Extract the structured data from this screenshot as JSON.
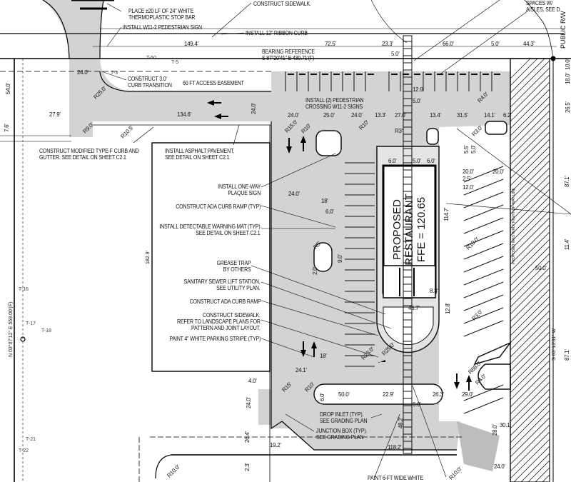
{
  "building": {
    "line1": "PROPOSED",
    "line2": "RESTAURANT",
    "line3": "FFE = 120.65"
  },
  "notes": [
    {
      "id": "stop-bar",
      "lines": [
        "PLACE ±20 LF OF 24\" WHITE",
        "THERMOPLASTIC STOP BAR"
      ]
    },
    {
      "id": "ped-sign",
      "lines": [
        "INSTALL W11-2 PEDESTRIAN SIGN"
      ]
    },
    {
      "id": "sidewalk-top",
      "lines": [
        "CONSTRUCT SIDEWALK."
      ]
    },
    {
      "id": "ribbon-curb",
      "lines": [
        "INSTALL 12\" RIBBON CURB"
      ]
    },
    {
      "id": "ada-spaces",
      "lines": [
        "SPACES W/",
        "AISLES, SEE D"
      ]
    },
    {
      "id": "curb-transition",
      "lines": [
        "CONSTRUCT 3.0'",
        "CURB TRANSITION"
      ]
    },
    {
      "id": "easement",
      "lines": [
        "60 FT ACCESS EASEMENT"
      ]
    },
    {
      "id": "bearing",
      "lines": [
        "BEARING REFERENCE",
        "S 87°20'41\" E 430.71'(F)"
      ]
    },
    {
      "id": "ped-crossing",
      "lines": [
        "INSTALL (2) PEDESTRIAN",
        "CROSSING W11-2 SIGNS"
      ]
    },
    {
      "id": "type-f-curb",
      "lines": [
        "CONSTRUCT MODIFIED TYPE-F CURB AND",
        "GUTTER. SEE DETAIL ON SHEET C2.1"
      ]
    },
    {
      "id": "asphalt",
      "lines": [
        "INSTALL ASPHALT PAVEMENT.",
        "SEE DETAIL ON SHEET C2.1"
      ]
    },
    {
      "id": "one-way",
      "lines": [
        "INSTALL ONE-WAY",
        "PLAQUE SIGN"
      ]
    },
    {
      "id": "ada-ramp-typ",
      "lines": [
        "CONSTRUCT ADA CURB RAMP (TYP)"
      ]
    },
    {
      "id": "warning-mat",
      "lines": [
        "INSTALL DETECTABLE WARNING MAT (TYP)",
        "SEE DETAIL ON SHEET C2.1"
      ]
    },
    {
      "id": "grease-trap",
      "lines": [
        "GREASE TRAP",
        "BY OTHERS"
      ]
    },
    {
      "id": "lift-station",
      "lines": [
        "SANITARY SEWER LIFT STATION.",
        "SEE UTILITY PLAN."
      ]
    },
    {
      "id": "ada-ramp",
      "lines": [
        "CONSTRUCT ADA CURB RAMP"
      ]
    },
    {
      "id": "sidewalk-landscape",
      "lines": [
        "CONSTRUCT SIDEWALK.",
        "REFER TO LANDSCAPE PLANS FOR",
        "PATTERN AND JOINT LAYOUT."
      ]
    },
    {
      "id": "parking-stripe",
      "lines": [
        "PAINT 4\" WHITE PARKING STRIPE (TYP)"
      ]
    },
    {
      "id": "drop-inlet",
      "lines": [
        "DROP INLET (TYP).",
        "SEE GRADING PLAN"
      ]
    },
    {
      "id": "junction-box",
      "lines": [
        "JUNCTION BOX (TYP).",
        "SEE GRADING PLAN"
      ]
    },
    {
      "id": "paint-crosswalk",
      "lines": [
        "PAINT 6-FT WIDE WHITE"
      ]
    }
  ],
  "vertical_labels": {
    "public_rw": "PUBLIC R/W",
    "row_line": "PROPOSED WESTERLY RIGHT-OF-WAY LINE",
    "west_bearing": "N 03°07'12\" E 559.00'(F)",
    "east_bearing": "S 03°13'31\" W",
    "west_length": "182.9'"
  },
  "grid_markers": [
    "T-16",
    "T-17",
    "T-18",
    "T-21",
    "T-22",
    "T-50",
    "T-5",
    "T-3"
  ],
  "dimensions": [
    "149.4'",
    "72.5'",
    "23.3'",
    "5.0'",
    "66.0'",
    "5.0'",
    "44.3'",
    "24.0'",
    "54.0'",
    "R25.0'",
    "27.9'",
    "134.6'",
    "24.0'",
    "R9.0'",
    "R10.5'",
    "7.6'",
    "12.0'",
    "5.0'",
    "24.0'",
    "25.0'",
    "24.0'",
    "13.3'",
    "27.0'",
    "13.4'",
    "31.5'",
    "14.1'",
    "6.2'",
    "R15.0'",
    "R10'",
    "R10'",
    "R3'",
    "R4.0'",
    "R3.0'",
    "10.0'",
    "18.0'",
    "26.5'",
    "6.0'",
    "5.0'",
    "6.0'",
    "20.0'",
    "20.0'",
    "2.5'",
    "12.0'",
    "24.0'",
    "18'",
    "6.0'",
    "114.7'",
    "R10.0'",
    "87.1'",
    "11.4'",
    "50.0'",
    "8.3'",
    "45.7'",
    "12.8'",
    "24.1'",
    "50.0'",
    "22.9'",
    "26.3'",
    "29.0'",
    "R88.0'",
    "6.0'",
    "48.2'",
    "118.2'",
    "R10.0'",
    "24.0'",
    "4.0'",
    "24.0'",
    "26.4'",
    "19.2'",
    "2.3'",
    "R10.0'",
    "R23.0'",
    "R25.0'",
    "87.1'",
    "5.5'",
    "5.0'",
    "R5'",
    "2.0'",
    "9.0'",
    "18'",
    "R4.0'",
    "R3.0'",
    "R15'",
    "R10'",
    "6.0'",
    "30.1'",
    "28.0'"
  ]
}
